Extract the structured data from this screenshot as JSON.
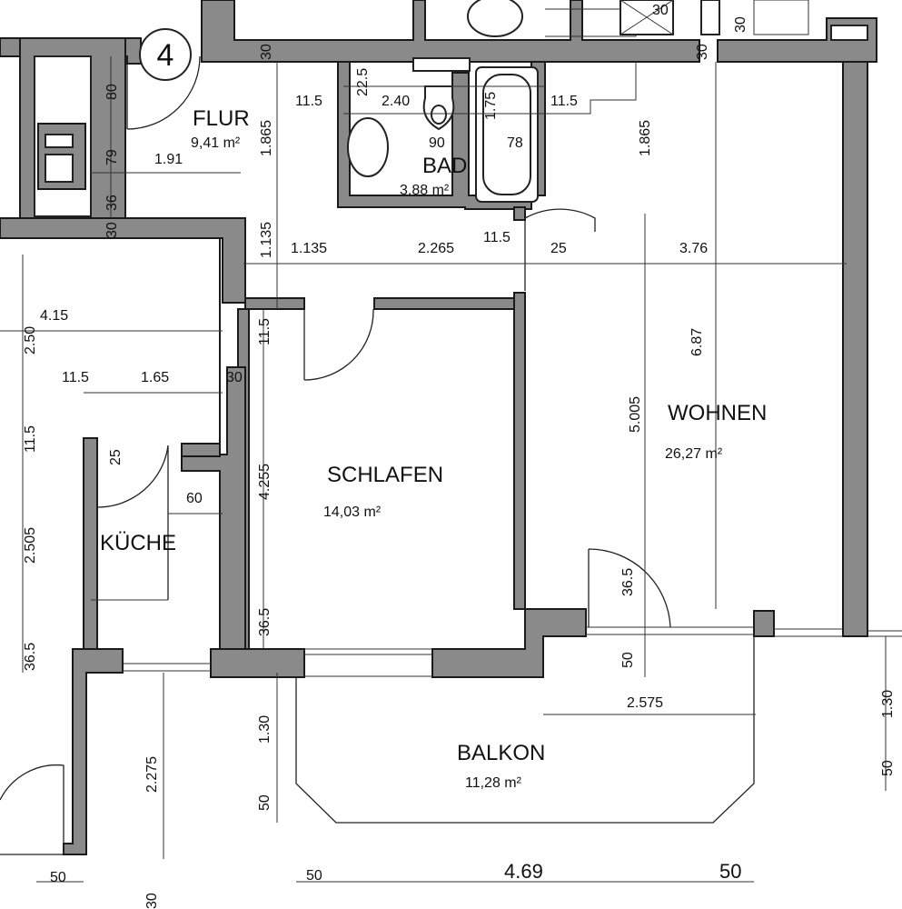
{
  "unit_number": "4",
  "rooms": {
    "flur": {
      "name": "FLUR",
      "area": "9,41 m²"
    },
    "bad": {
      "name": "BAD",
      "area": "3,88 m²"
    },
    "wohnen": {
      "name": "WOHNEN",
      "area": "26,27 m²"
    },
    "schlafen": {
      "name": "SCHLAFEN",
      "area": "14,03 m²"
    },
    "kueche": {
      "name": "KÜCHE"
    },
    "balkon": {
      "name": "BALKON",
      "area": "11,28 m²"
    }
  },
  "dimensions": {
    "d_30a": "30",
    "d_30b": "30",
    "d_30c": "30",
    "d_30d": "30",
    "d_30e": "30",
    "d_30f": "30",
    "d_80": "80",
    "d_79": "79",
    "d_36": "36",
    "d_191": "1.91",
    "d_1865a": "1.865",
    "d_1865b": "1.865",
    "d_115a": "11.5",
    "d_115b": "11.5",
    "d_115c": "11.5",
    "d_115d": "11.5",
    "d_115e": "11.5",
    "d_115f": "11.5",
    "d_225": "22.5",
    "d_240": "2.40",
    "d_175": "1.75",
    "d_90": "90",
    "d_78": "78",
    "d_1135v": "1.135",
    "d_1135h": "1.135",
    "d_2265": "2.265",
    "d_25a": "25",
    "d_376": "3.76",
    "d_415": "4.15",
    "d_250": "2.50",
    "d_165": "1.65",
    "d_25b": "25",
    "d_60": "60",
    "d_2505": "2.505",
    "d_365a": "36.5",
    "d_365b": "36.5",
    "d_365c": "36.5",
    "d_4255": "4.255",
    "d_687": "6.87",
    "d_5005": "5.005",
    "d_50a": "50",
    "d_2575": "2.575",
    "d_130a": "1.30",
    "d_130b": "1.30",
    "d_2275": "2.275",
    "d_50b": "50",
    "d_50c": "50",
    "d_50d": "50",
    "d_469": "4.69",
    "d_50e": "50",
    "d_50f": "50"
  }
}
